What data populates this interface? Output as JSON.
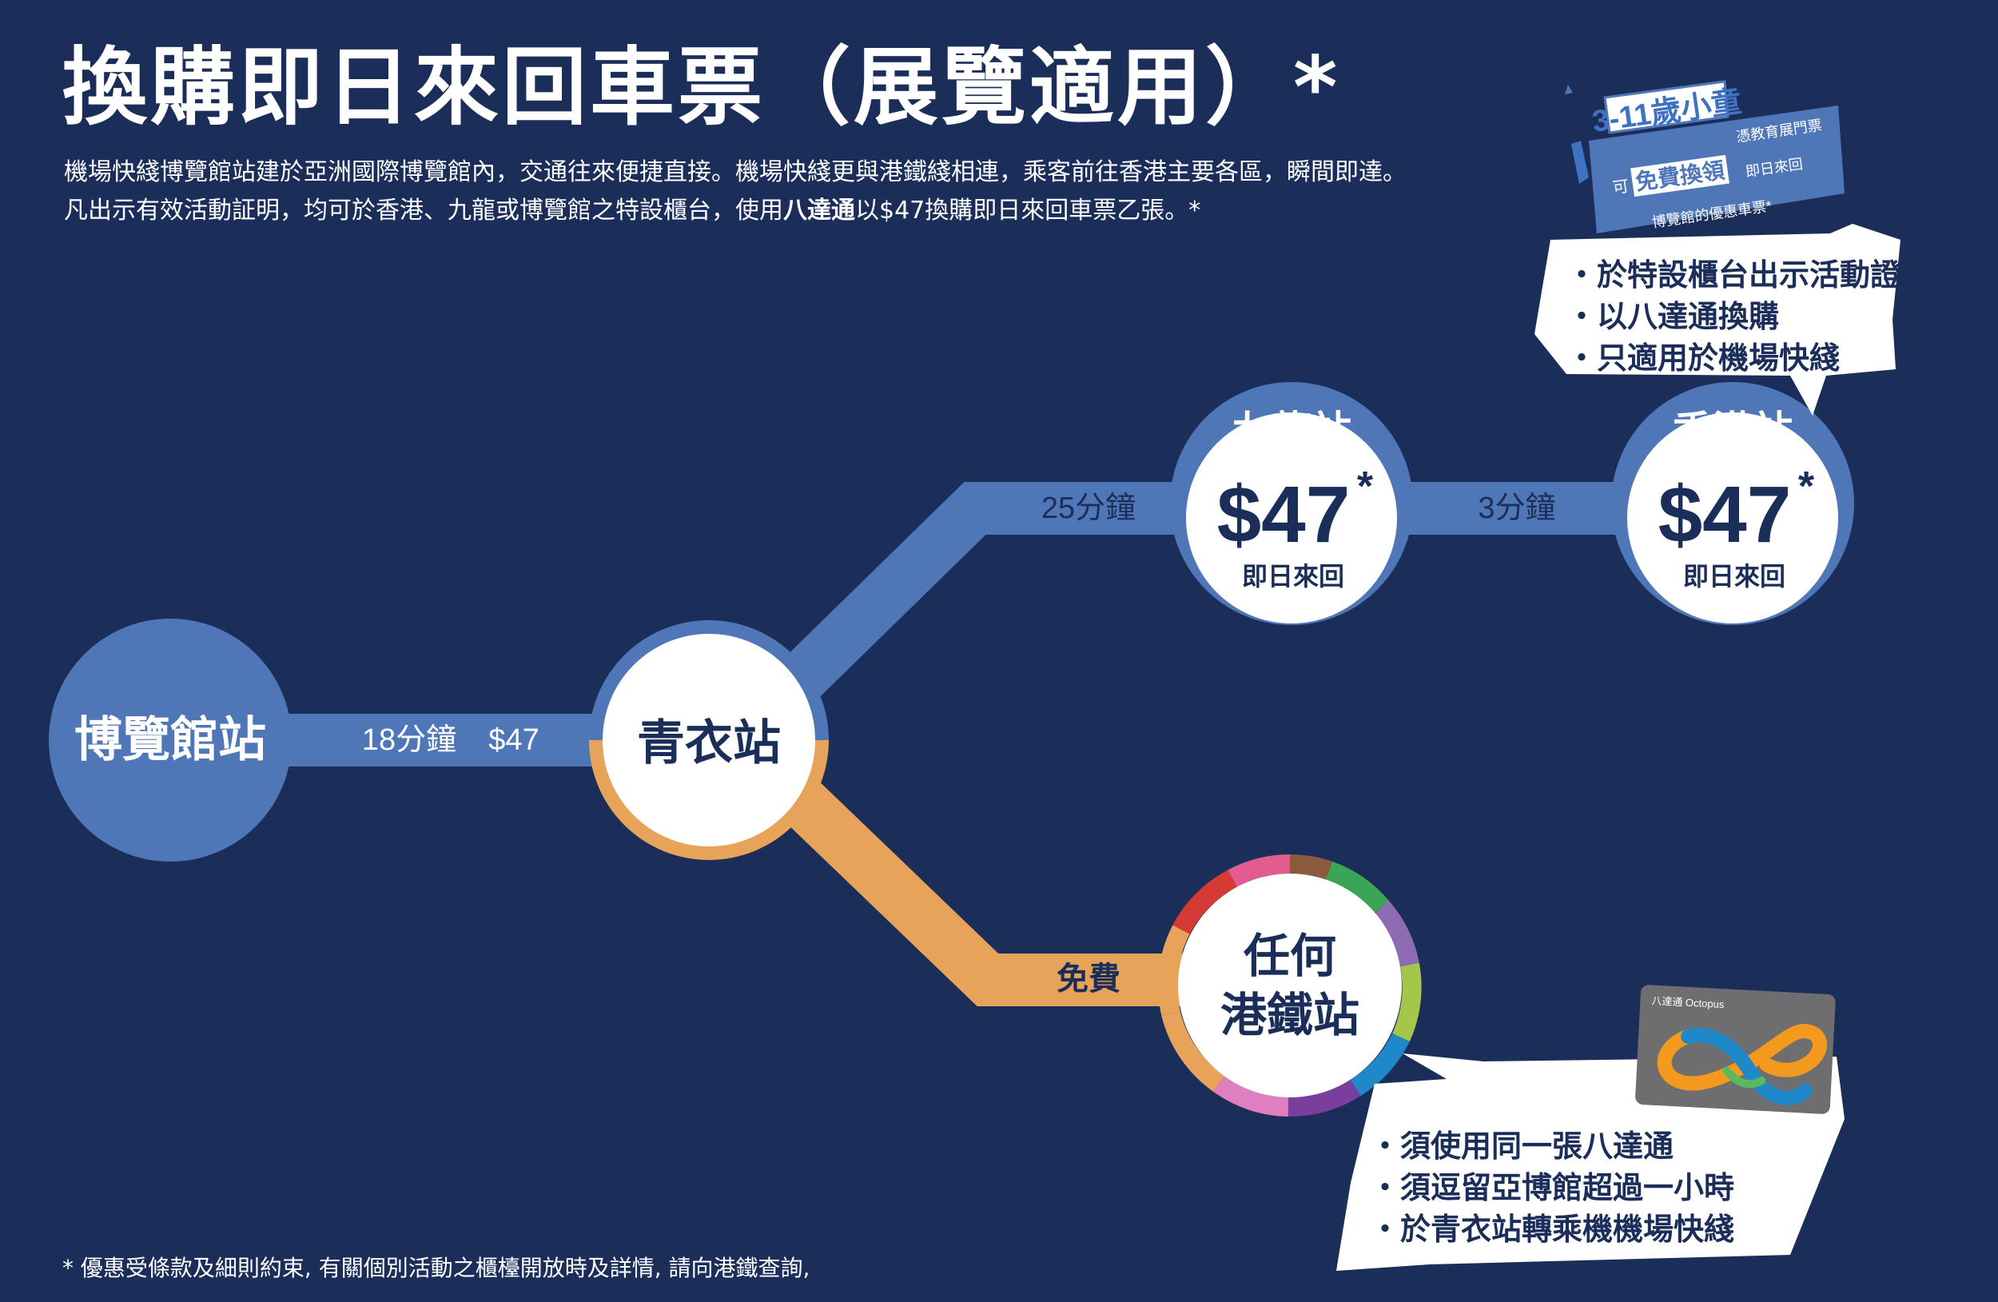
{
  "header": {
    "title": "換購即日來回車票（展覽適用）*",
    "intro_line1": "機場快綫博覽館站建於亞洲國際博覽館內，交通往來便捷直接。機場快綫更與港鐵綫相連，乘客前往香港主要各區，瞬間即達。",
    "intro_line2_prefix": "凡出示有效活動証明，均可於香港、九龍或博覽館之特設櫃台，使用",
    "intro_line2_bold": "八達通",
    "intro_line2_suffix": "以$47換購即日來回車票乙張。*"
  },
  "stations": {
    "expo": "博覽館站",
    "tsing_yi": "青衣站",
    "kowloon": {
      "name": "九龍站",
      "price": "$47",
      "asterisk": "*",
      "sub": "即日來回"
    },
    "hong_kong": {
      "name": "香港站",
      "price": "$47",
      "asterisk": "*",
      "sub": "即日來回"
    },
    "any_mtr": {
      "line1": "任何",
      "line2": "港鐵站"
    }
  },
  "segments": {
    "expo_tsing_yi": "18分鐘",
    "expo_tsing_yi_price": "$47",
    "tsing_yi_kowloon": "25分鐘",
    "kowloon_hong_kong": "3分鐘",
    "tsing_yi_any": "免費"
  },
  "child_offer": {
    "heading": "3-11歲小童",
    "line1": "憑教育展門票",
    "line2_prefix": "可",
    "line2_highlight": "免費換領",
    "line2_suffix": "即日來回",
    "line3": "博覽館的優惠車票*"
  },
  "bubble_top": {
    "items": [
      "於特設櫃台出示活動證明",
      "以八達通換購",
      "只適用於機場快綫"
    ]
  },
  "bubble_bottom": {
    "items": [
      "須使用同一張八達通",
      "須逗留亞博館超過一小時",
      "於青衣站轉乘機機場快綫"
    ]
  },
  "octopus_card": {
    "label": "八達通 Octopus"
  },
  "footnote": "* 優惠受條款及細則約束, 有關個別活動之櫃檯開放時及詳情, 請向港鐵查詢,",
  "colors": {
    "background": "#1b2e5a",
    "airport_express": "#4f77b8",
    "mtr_transfer": "#e8a35a",
    "text_dark": "#1b2e5a",
    "white": "#ffffff",
    "card_grey": "#6e6e70"
  }
}
